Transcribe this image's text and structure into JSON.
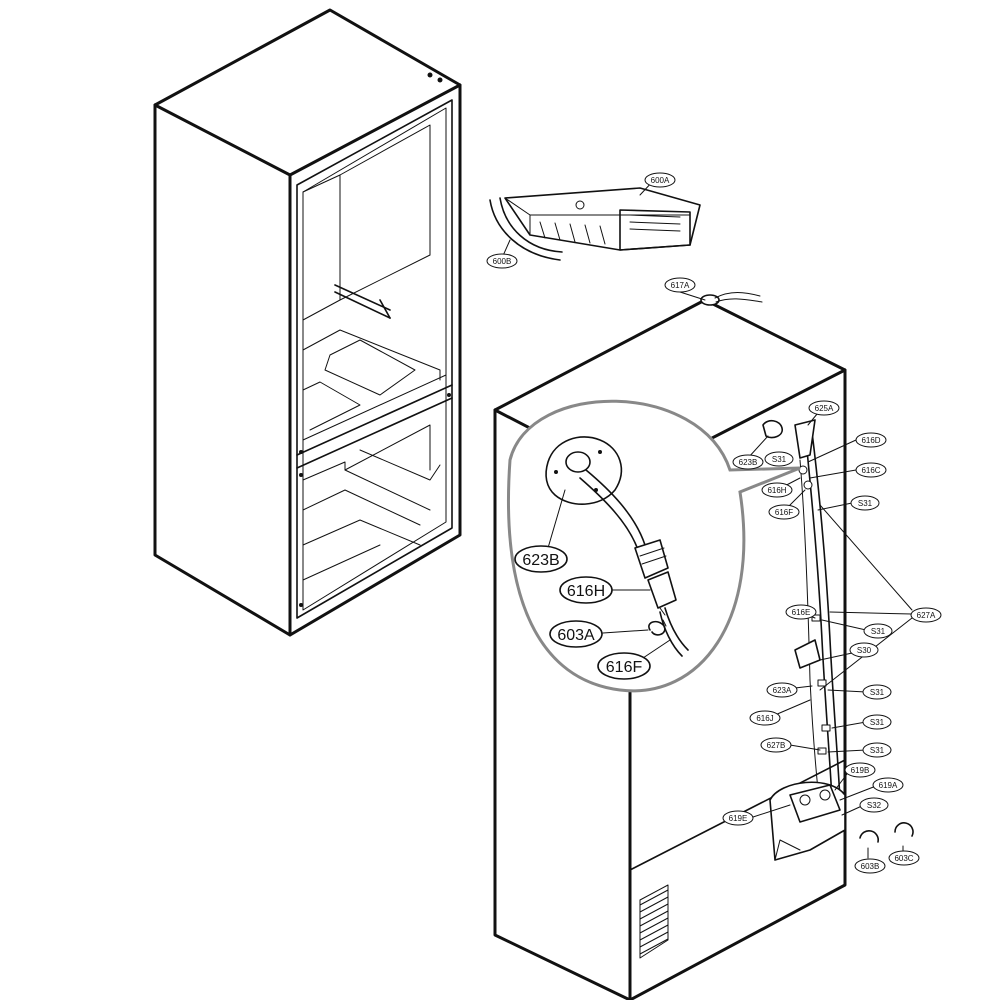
{
  "labels": {
    "l600A": "600A",
    "l600B": "600B",
    "l617A": "617A",
    "l625A": "625A",
    "l623B": "623B",
    "l616D": "616D",
    "l616C": "616C",
    "l616H": "616H",
    "l616F": "616F",
    "l616E": "616E",
    "l623A": "623A",
    "l616J": "616J",
    "l627B": "627B",
    "l627A": "627A",
    "l619B": "619B",
    "l619A": "619A",
    "l619E": "619E",
    "l603B": "603B",
    "l603C": "603C",
    "l632": "S32",
    "l630": "S30",
    "s31": "S31"
  },
  "detail_labels": {
    "d623B": "623B",
    "d616H": "616H",
    "d603A": "603A",
    "d616F": "616F"
  },
  "colors": {
    "line": "#111111",
    "callout_border": "#888888",
    "label_fill": "#ffffff"
  }
}
